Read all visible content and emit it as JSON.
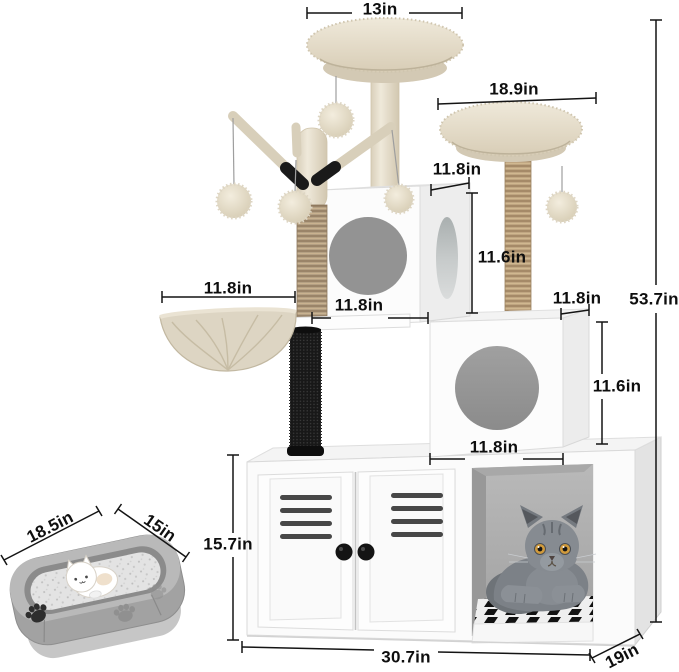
{
  "figure": {
    "type": "product-dimension-diagram",
    "unit": "in"
  },
  "labels": {
    "top_perch_width": "13in",
    "upper_perch_width": "18.9in",
    "upper_cube_depth": "11.8in",
    "upper_cube_height": "11.6in",
    "upper_cube_width": "11.8in",
    "hammock_width": "11.8in",
    "lower_cube_depth": "11.8in",
    "lower_cube_height": "11.6in",
    "lower_cube_width": "11.8in",
    "total_height": "53.7in",
    "cabinet_height": "15.7in",
    "cabinet_width": "30.7in",
    "cabinet_depth": "19in",
    "litter_box_length": "18.5in",
    "litter_box_width": "15in"
  },
  "colors": {
    "plush_beige": "#e8e1d2",
    "sisal_tan": "#bfa581",
    "furniture_white": "#fbfbfb",
    "hole_gray": "#939393",
    "dimension_line": "#141414",
    "cat_gray": "#7c8187",
    "litter_box_gray": "#a4a4a4",
    "brush_black": "#181818"
  }
}
